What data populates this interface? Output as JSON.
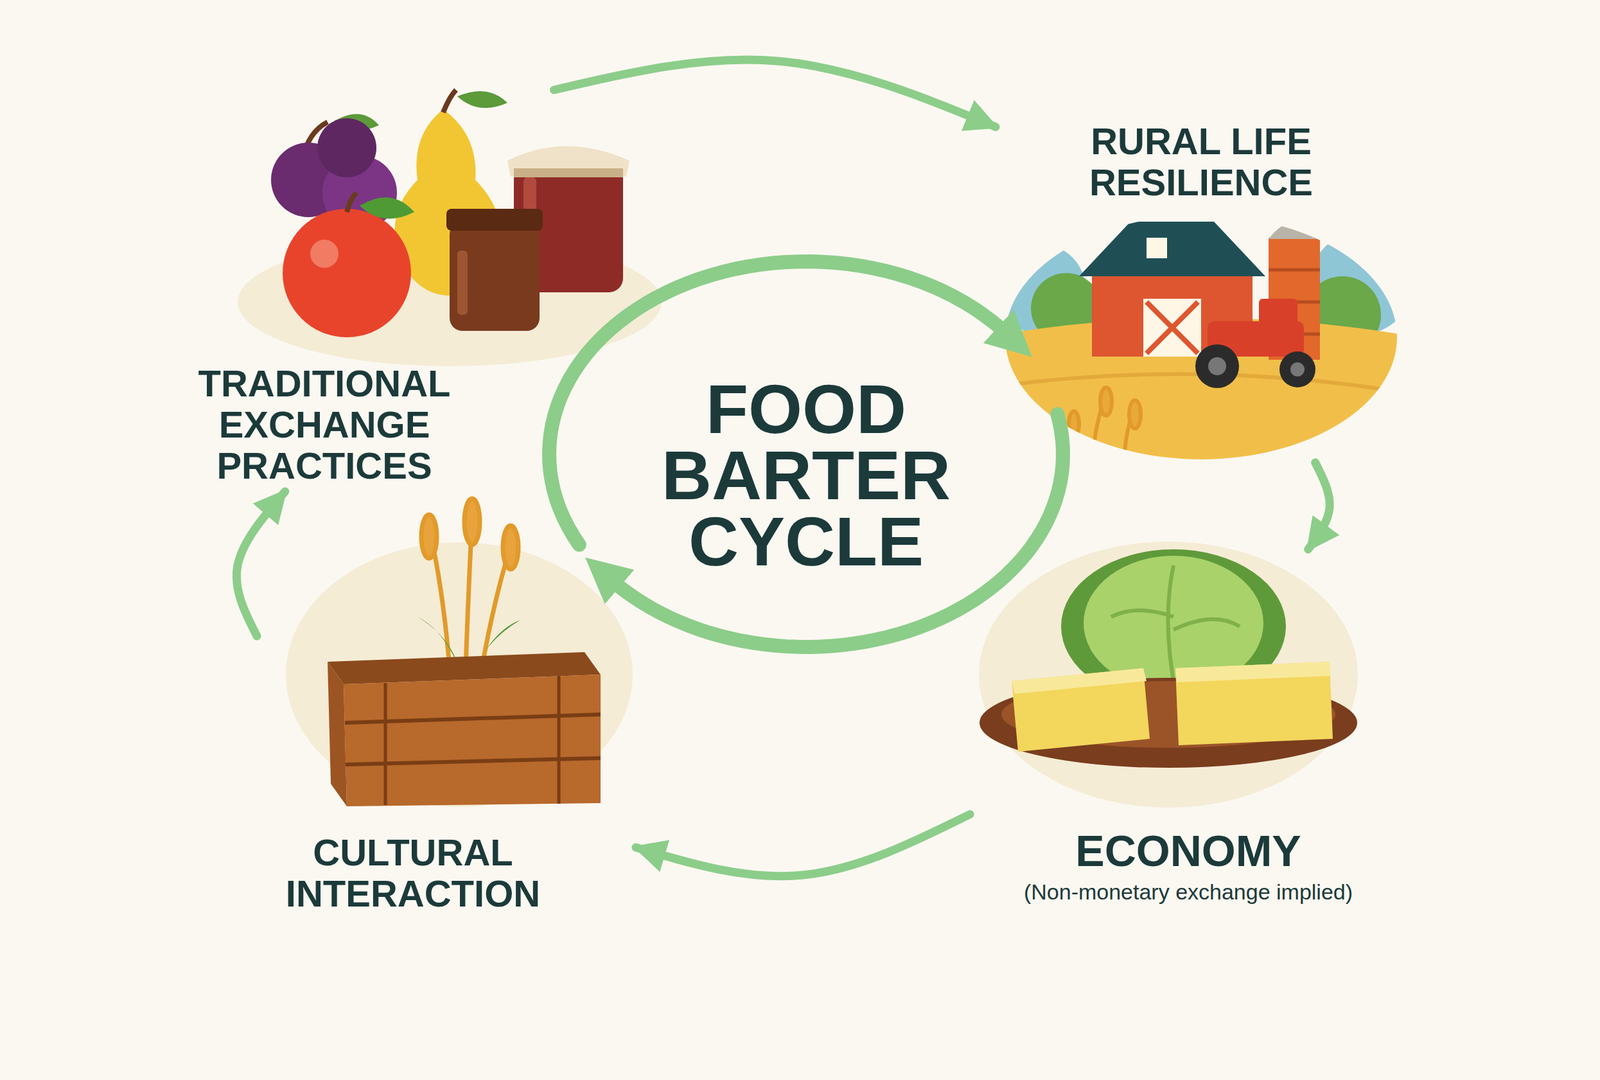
{
  "diagram": {
    "title": "FOOD BARTER CYCLE",
    "nodes": [
      {
        "text": [
          "TRADITIONAL EXCHANGE PRACTICES"
        ]
      },
      {
        "text": [
          "RURAL LIFE RESILIENCE"
        ]
      },
      {
        "text": [
          "ECONOMY",
          "(Non-monetary exchange implied)"
        ]
      },
      {
        "text": [
          "CULTURAL INTERACTION"
        ]
      }
    ],
    "edges": [
      {
        "from": 0,
        "to": 1,
        "arrow": "to"
      },
      {
        "from": 1,
        "to": 2,
        "arrow": "to"
      },
      {
        "from": 2,
        "to": 3,
        "arrow": "to"
      },
      {
        "from": 3,
        "to": 0,
        "arrow": "to"
      }
    ]
  }
}
